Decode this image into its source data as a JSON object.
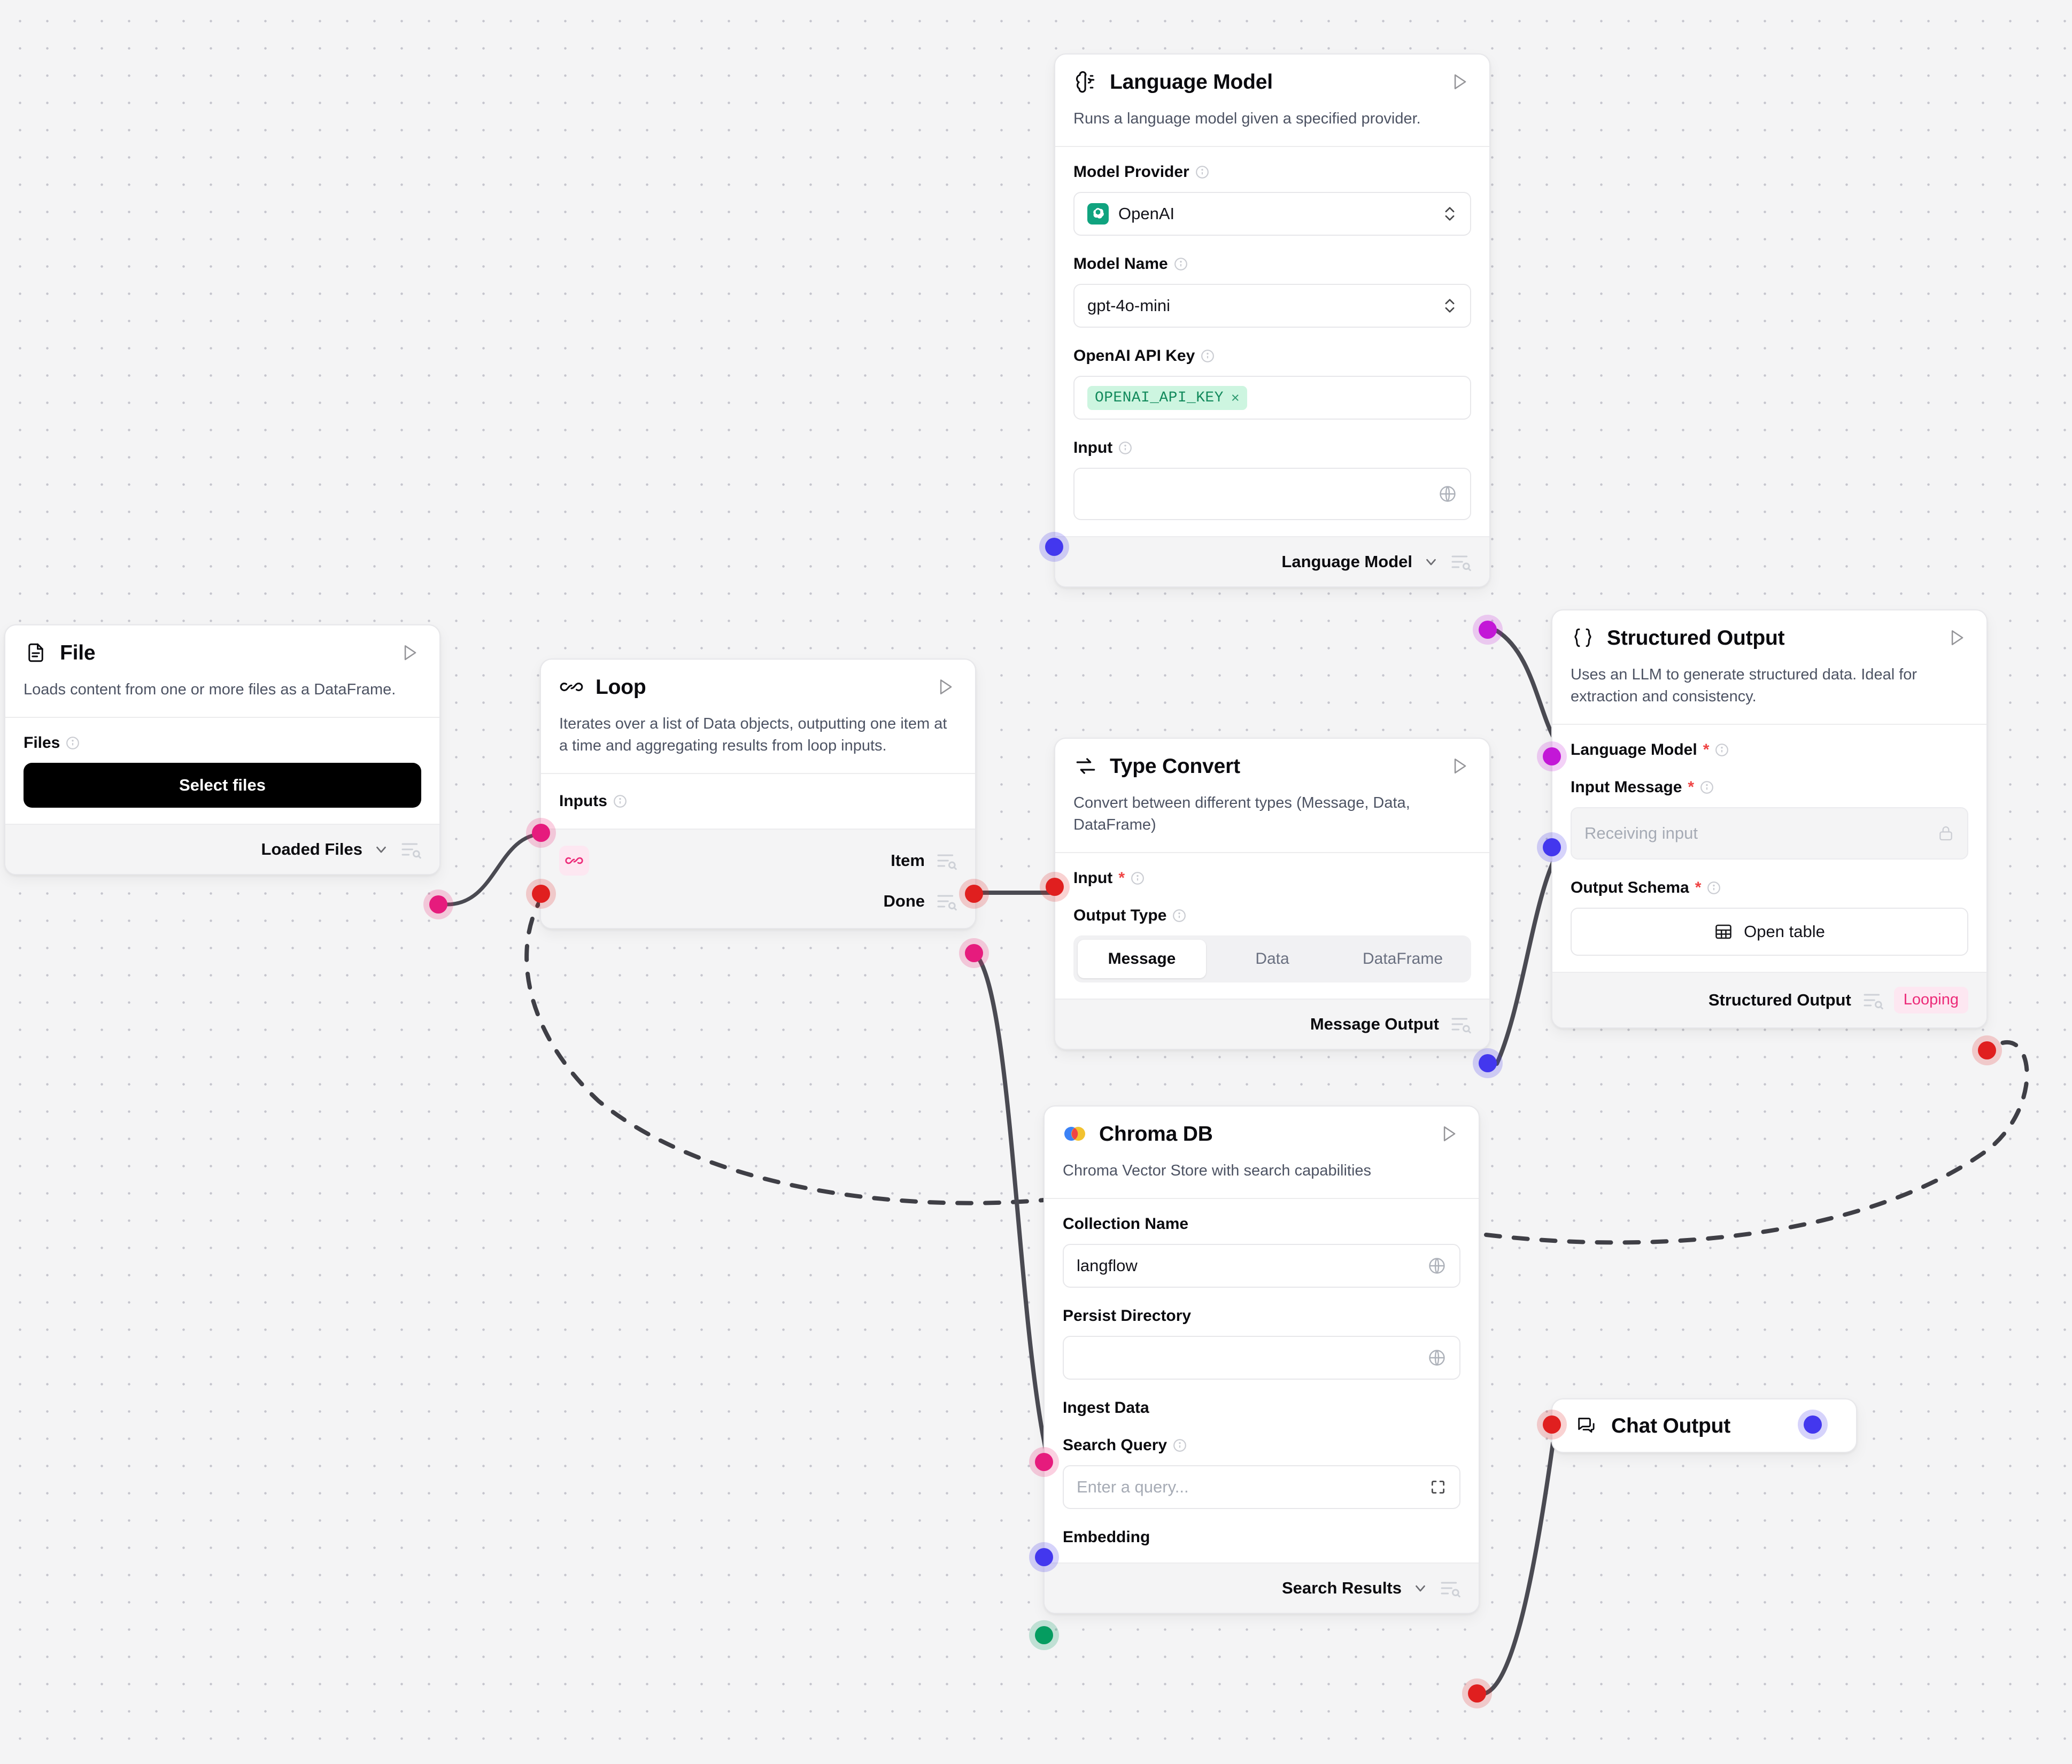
{
  "canvas": {
    "background_color": "#f4f4f5",
    "grid_dot_color": "#c5c5cd"
  },
  "nodes": {
    "file": {
      "title": "File",
      "icon": "file-document-icon",
      "description": "Loads content from one or more files as a DataFrame.",
      "fields": {
        "files_label": "Files"
      },
      "select_files_button": "Select files",
      "output_label": "Loaded Files"
    },
    "loop": {
      "title": "Loop",
      "icon": "infinity-icon",
      "description": "Iterates over a list of Data objects, outputting one item at a time and aggregating results from loop inputs.",
      "inputs_label": "Inputs",
      "outputs": {
        "item": "Item",
        "done": "Done"
      }
    },
    "language_model": {
      "title": "Language Model",
      "icon": "brain-circuit-icon",
      "description": "Runs a language model given a specified provider.",
      "model_provider_label": "Model Provider",
      "model_provider_value": "OpenAI",
      "model_name_label": "Model Name",
      "model_name_value": "gpt-4o-mini",
      "api_key_label": "OpenAI API Key",
      "api_key_token": "OPENAI_API_KEY",
      "input_label": "Input",
      "input_value": "",
      "output_label": "Language Model"
    },
    "type_convert": {
      "title": "Type Convert",
      "icon": "convert-arrows-icon",
      "description": "Convert between different types (Message, Data, DataFrame)",
      "input_label": "Input",
      "output_type_label": "Output Type",
      "output_type_options": [
        "Message",
        "Data",
        "DataFrame"
      ],
      "output_type_selected": "Message",
      "output_label": "Message Output"
    },
    "structured_output": {
      "title": "Structured Output",
      "icon": "curly-braces-icon",
      "description": "Uses an LLM to generate structured data. Ideal for extraction and consistency.",
      "language_model_label": "Language Model",
      "input_message_label": "Input Message",
      "input_message_placeholder": "Receiving input",
      "output_schema_label": "Output Schema",
      "open_table_button": "Open table",
      "output_label": "Structured Output",
      "badge": "Looping",
      "badge_color": "#ec2a78"
    },
    "chroma_db": {
      "title": "Chroma DB",
      "icon": "chroma-logo-icon",
      "description": "Chroma Vector Store with search capabilities",
      "collection_name_label": "Collection Name",
      "collection_name_value": "langflow",
      "persist_directory_label": "Persist Directory",
      "persist_directory_value": "",
      "ingest_data_label": "Ingest Data",
      "search_query_label": "Search Query",
      "search_query_placeholder": "Enter a query...",
      "embedding_label": "Embedding",
      "output_label": "Search Results"
    },
    "chat_output": {
      "title": "Chat Output",
      "icon": "chat-bubbles-icon"
    }
  },
  "handle_colors": {
    "pink": "#e5187f",
    "red": "#e02020",
    "blue": "#4338ef",
    "purple": "#c317d8",
    "green": "#069d61"
  }
}
